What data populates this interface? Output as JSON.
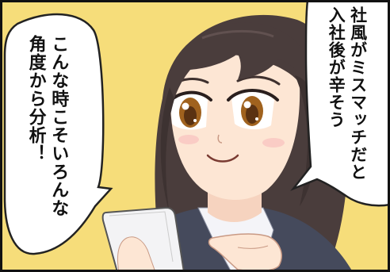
{
  "panel": {
    "colors": {
      "background": "#f6dd7a",
      "frame": "#111111",
      "hair": "#4a3d3c",
      "skin": "#fde6d4",
      "iris": "#a0621e",
      "jacket": "#454a5c",
      "blouse": "#f4f4f8",
      "phone": "#f3f3f5"
    },
    "left_bubble": {
      "lines": [
        "こんな時こそいろんな",
        "角度から分析！"
      ]
    },
    "right_bubble": {
      "lines": [
        "社風がミスマッチだと",
        "入社後が辛そう"
      ]
    }
  }
}
